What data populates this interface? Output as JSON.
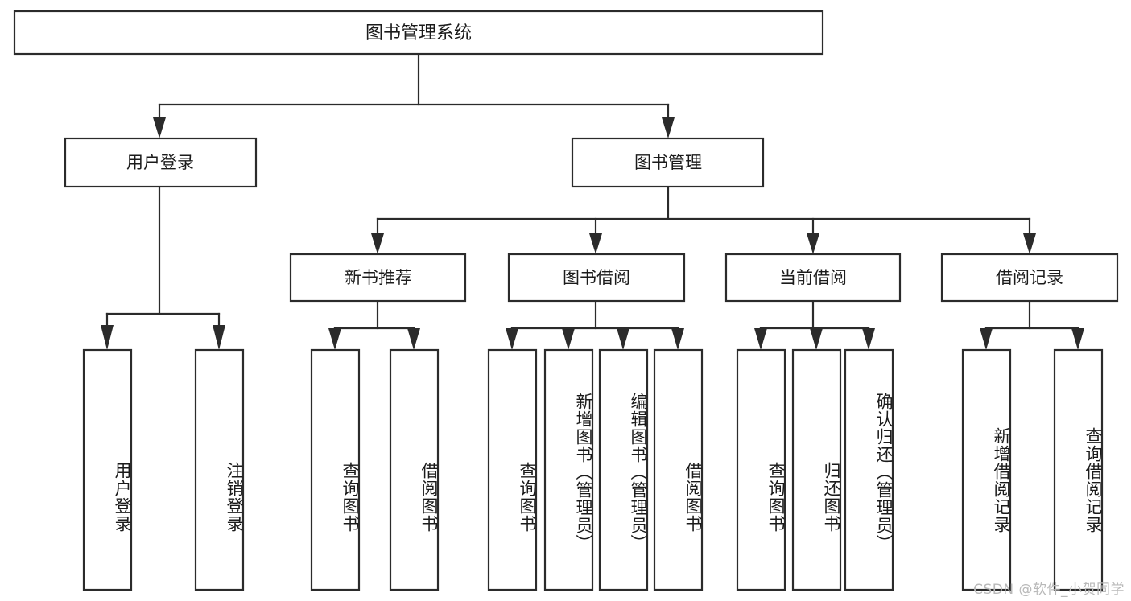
{
  "diagram": {
    "title": "图书管理系统",
    "type": "tree-hierarchy",
    "watermark": "CSDN @软件_小贺同学",
    "colors": {
      "background": "#ffffff",
      "box_stroke": "#2b2b2b",
      "box_fill": "#ffffff",
      "text": "#1b1b1b",
      "watermark_text": "#b9b9b9"
    },
    "root": {
      "label": "图书管理系统"
    },
    "level2": [
      {
        "id": "user-login",
        "label": "用户登录"
      },
      {
        "id": "book-management",
        "label": "图书管理"
      }
    ],
    "level3": [
      {
        "id": "new-book-recommend",
        "label": "新书推荐"
      },
      {
        "id": "book-borrow",
        "label": "图书借阅"
      },
      {
        "id": "current-borrow",
        "label": "当前借阅"
      },
      {
        "id": "borrow-record",
        "label": "借阅记录"
      }
    ],
    "leaves": {
      "user_login": [
        {
          "id": "leaf-user-login",
          "label": "用户登录"
        },
        {
          "id": "leaf-logout-login",
          "label": "注销登录"
        }
      ],
      "new_book_recommend": [
        {
          "id": "leaf-query-book-1",
          "label": "查询图书"
        },
        {
          "id": "leaf-borrow-book-1",
          "label": "借阅图书"
        }
      ],
      "book_borrow": [
        {
          "id": "leaf-query-book-2",
          "label": "查询图书"
        },
        {
          "id": "leaf-add-book",
          "label": "新增图书（管理员）"
        },
        {
          "id": "leaf-edit-book",
          "label": "编辑图书（管理员）"
        },
        {
          "id": "leaf-borrow-book-2",
          "label": "借阅图书"
        }
      ],
      "current_borrow": [
        {
          "id": "leaf-query-book-3",
          "label": "查询图书"
        },
        {
          "id": "leaf-return-book",
          "label": "归还图书"
        },
        {
          "id": "leaf-confirm-return",
          "label": "确认归还（管理员）"
        }
      ],
      "borrow_record": [
        {
          "id": "leaf-add-record",
          "label": "新增借阅记录"
        },
        {
          "id": "leaf-query-record",
          "label": "查询借阅记录"
        }
      ]
    }
  }
}
